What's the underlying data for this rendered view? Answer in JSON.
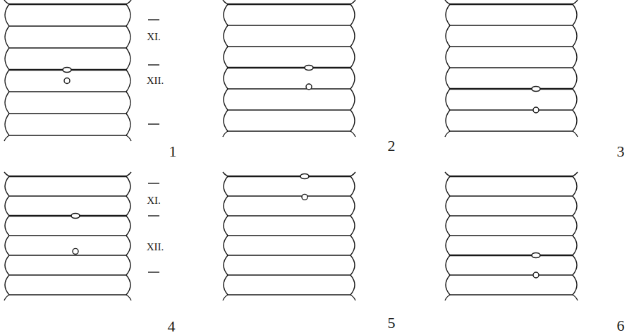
{
  "diagram": {
    "labels": [
      "XI.",
      "XII.",
      "1",
      "2",
      "3",
      "XI.",
      "XII.",
      "4",
      "5",
      "6"
    ]
  }
}
